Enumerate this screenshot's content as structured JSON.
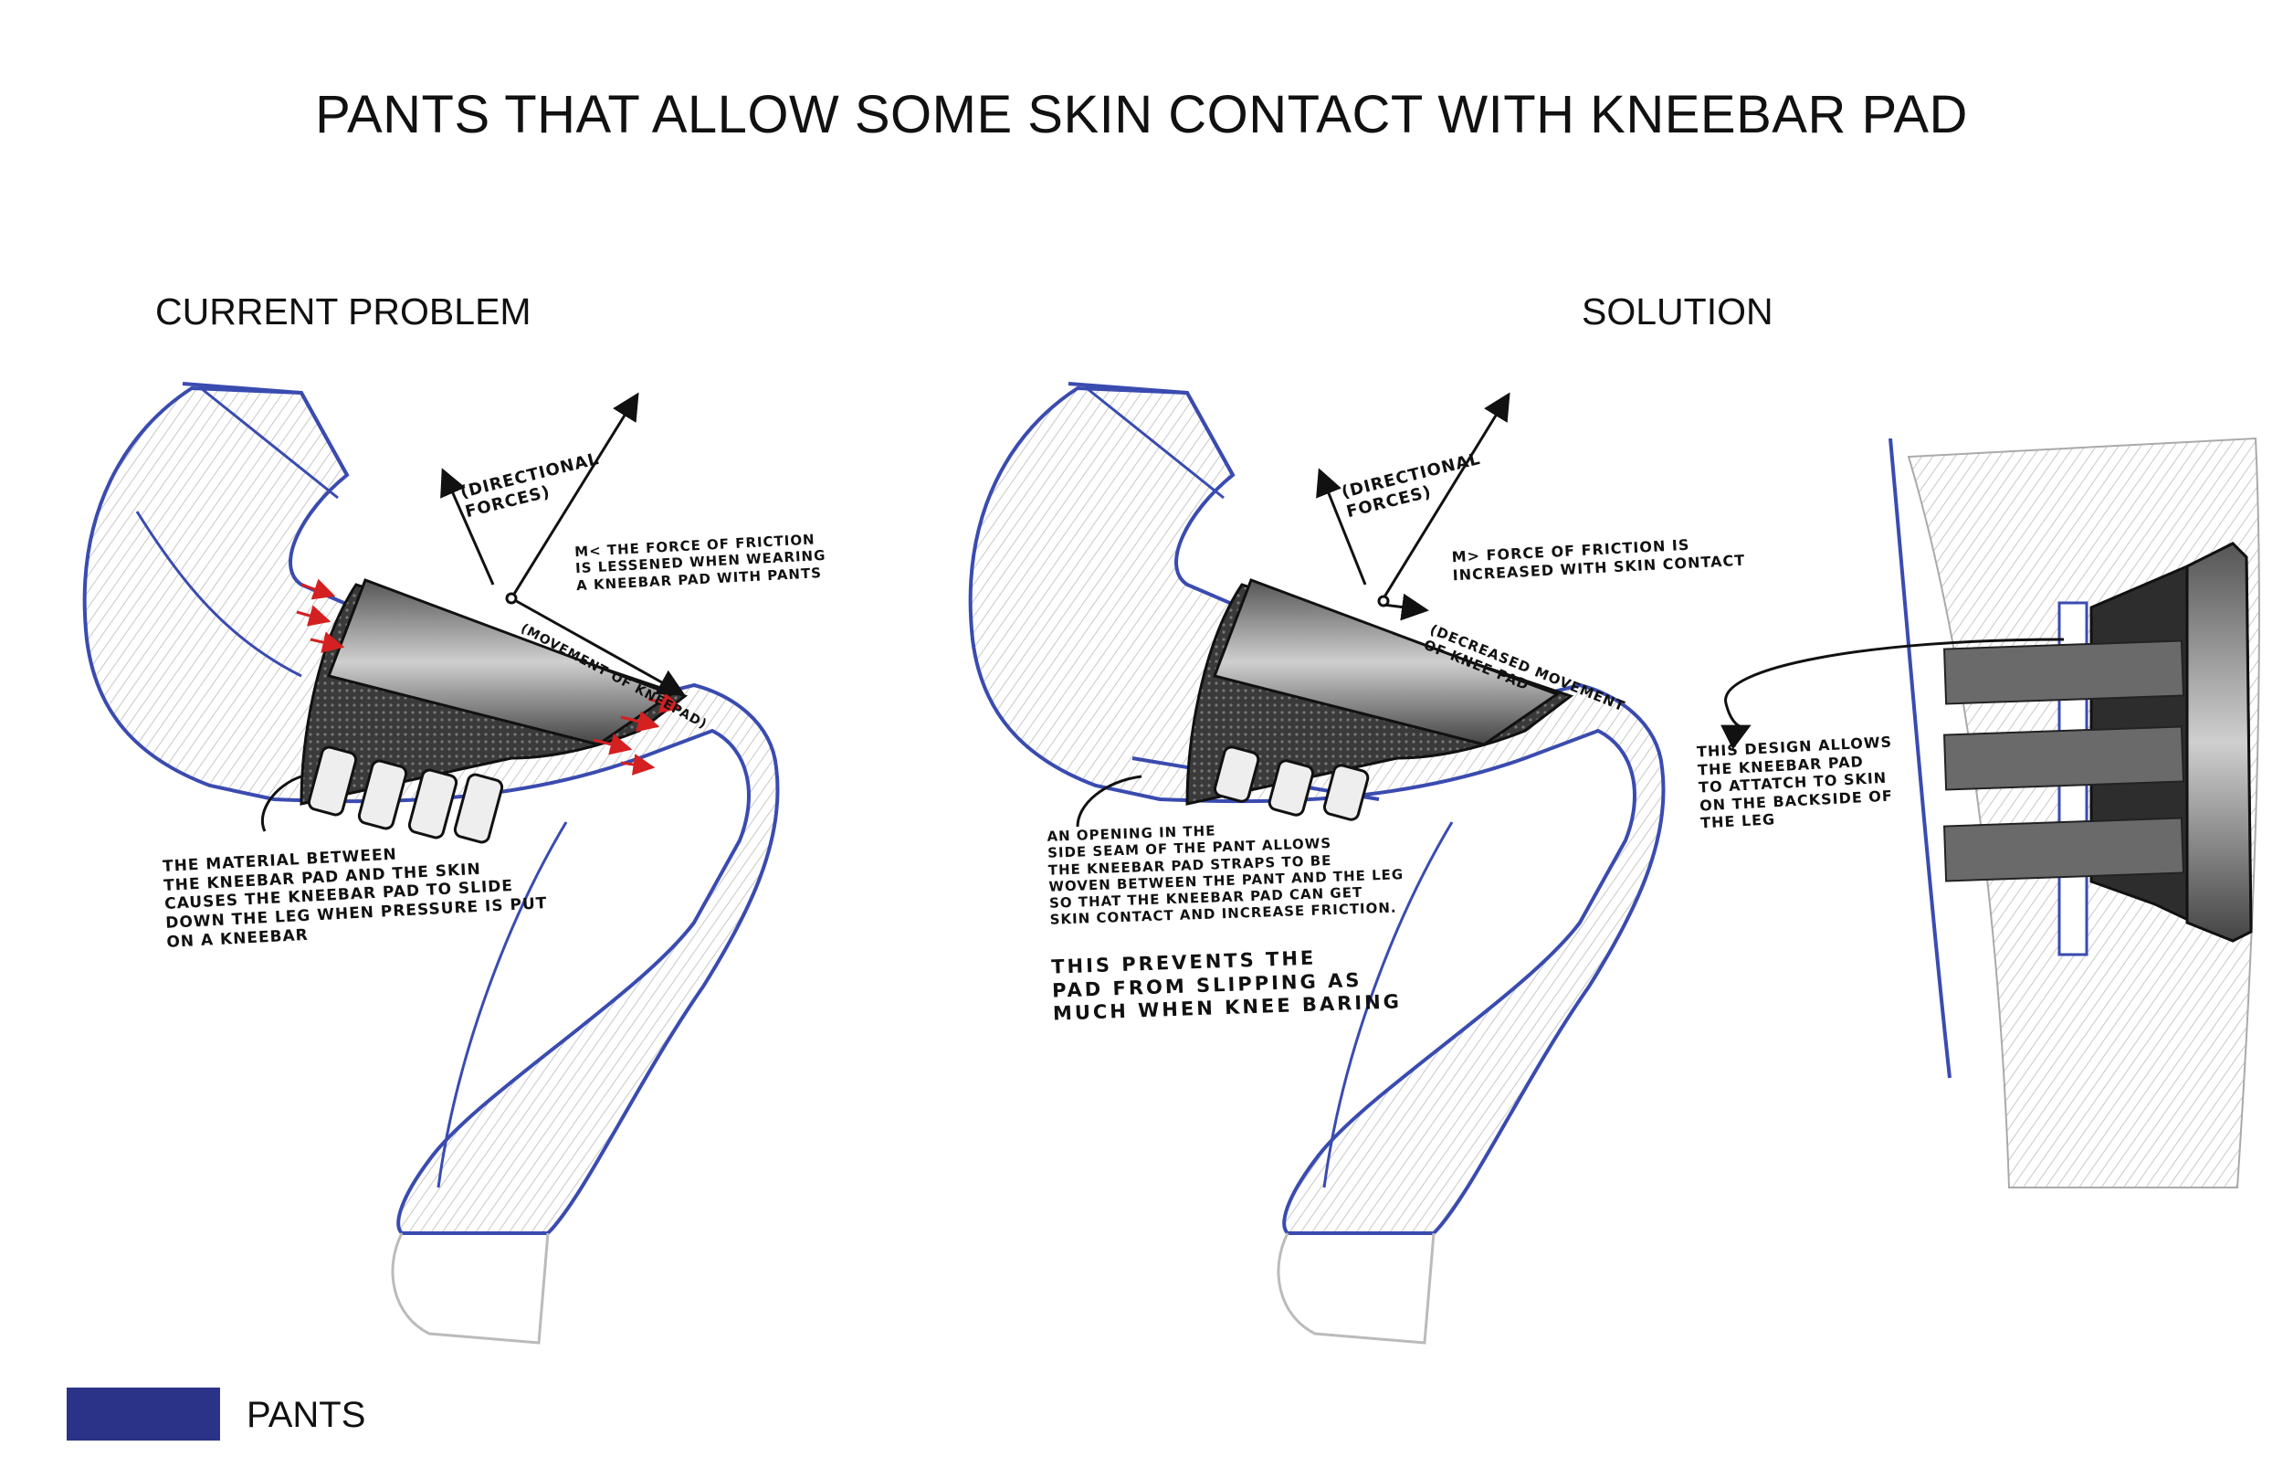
{
  "title": "PANTS THAT ALLOW SOME SKIN CONTACT WITH KNEEBAR PAD",
  "panels": {
    "left": {
      "heading": "CURRENT PROBLEM",
      "notes": {
        "directional_forces": "(DIRECTIONAL\nFORCES)",
        "friction": "μ< THE FORCE OF FRICTION\nIS LESSENED WHEN WEARING\nA KNEEBAR PAD WITH PANTS",
        "movement": "(MOVEMENT OF KNEEPAD)",
        "material": "THE MATERIAL BETWEEN\nTHE KNEEBAR PAD AND THE SKIN\nCAUSES THE KNEEBAR PAD TO SLIDE\nDOWN THE LEG WHEN PRESSURE IS PUT\nON A KNEEBAR"
      }
    },
    "right": {
      "heading": "SOLUTION",
      "notes": {
        "directional_forces": "(DIRECTIONAL\nFORCES)",
        "friction": "μ> FORCE OF FRICTION IS\nINCREASED WITH SKIN CONTACT",
        "decreased_movement": "(DECREASED MOVEMENT\nOF KNEE PAD",
        "opening": "AN OPENING IN THE\nSIDE SEAM OF THE PANT ALLOWS\nTHE KNEEBAR PAD STRAPS TO BE\nWOVEN BETWEEN THE PANT AND THE LEG\nSO THAT THE KNEEBAR PAD CAN GET\nSKIN CONTACT AND INCREASE FRICTION.",
        "prevents": "THIS PREVENTS THE\nPAD FROM SLIPPING AS\nMUCH WHEN KNEE BARING",
        "design": "THIS DESIGN ALLOWS\nTHE KNEEBAR PAD\nTO ATTATCH TO SKIN\nON THE BACKSIDE OF\nTHE LEG"
      }
    }
  },
  "legend": {
    "label": "PANTS",
    "color": "#2a3387"
  },
  "colors": {
    "pants_outline": "#3a4bb0",
    "sketch": "#9a9a9a",
    "pad": "#2b2b2b",
    "force_arrows": "#d42020"
  },
  "icons": [
    "leg-sketch",
    "kneebar-pad",
    "force-arrow"
  ]
}
